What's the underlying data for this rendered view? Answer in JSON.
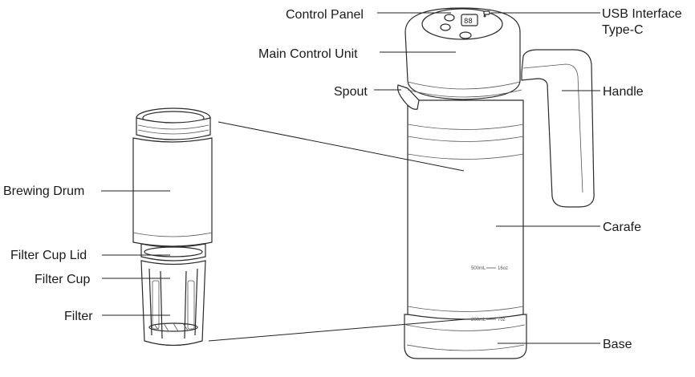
{
  "labels": {
    "control_panel": "Control Panel",
    "usb_interface": "USB Interface",
    "usb_type": "Type-C",
    "main_control_unit": "Main Control Unit",
    "spout": "Spout",
    "handle": "Handle",
    "carafe": "Carafe",
    "base": "Base",
    "brewing_drum": "Brewing Drum",
    "filter_cup_lid": "Filter Cup Lid",
    "filter_cup": "Filter Cup",
    "filter": "Filter"
  },
  "markings": {
    "mark_500": "500mL",
    "mark_500_right": "16oz",
    "mark_200": "200mL",
    "mark_200_right": "7oz"
  },
  "display": {
    "digits": "88"
  }
}
